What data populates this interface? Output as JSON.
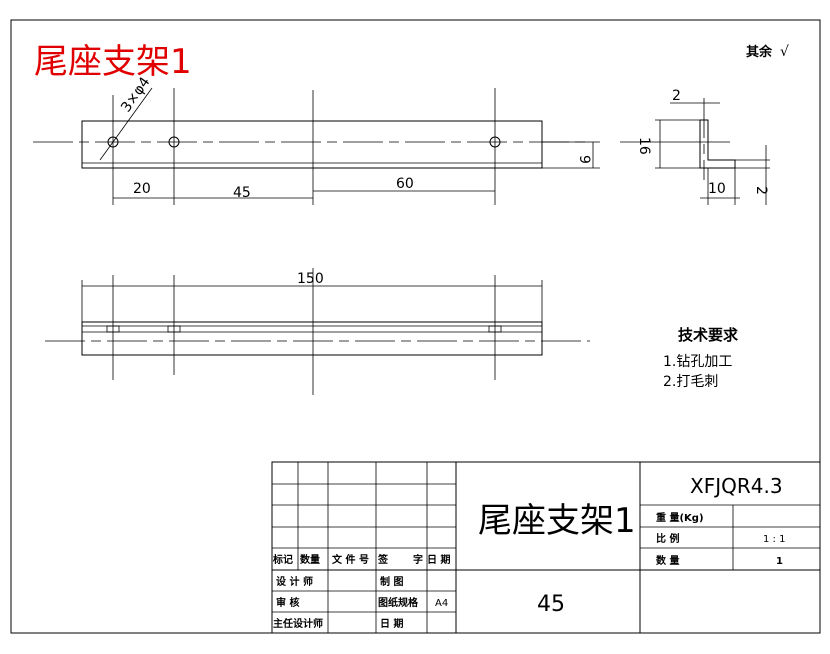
{
  "drawing": {
    "title": "尾座支架1",
    "note_top_right": "其余",
    "finish_symbol": "√",
    "hole_label": "3×φ4",
    "dims": {
      "d20": "20",
      "d45": "45",
      "d60": "60",
      "d150": "150",
      "d9": "9",
      "d16": "16",
      "d2_top": "2",
      "d10": "10",
      "d2_right": "2"
    },
    "tech": {
      "title": "技术要求",
      "items": [
        "1.钻孔加工",
        "2.打毛刺"
      ]
    }
  },
  "title_block": {
    "part_name": "尾座支架1",
    "drawing_no": "XFJQR4.3",
    "material": "45",
    "left_header": [
      "标记",
      "数量",
      "文 件 号",
      "签",
      "字",
      "日 期"
    ],
    "left_rows": [
      [
        "设 计 师",
        "制 图"
      ],
      [
        "审 核",
        "图纸规格",
        "A4"
      ],
      [
        "主任设计师",
        "日 期"
      ]
    ],
    "props": [
      {
        "label": "重 量(Kg)",
        "value": ""
      },
      {
        "label": "比 例",
        "value": "1 : 1"
      },
      {
        "label": "数 量",
        "value": "1"
      }
    ]
  }
}
